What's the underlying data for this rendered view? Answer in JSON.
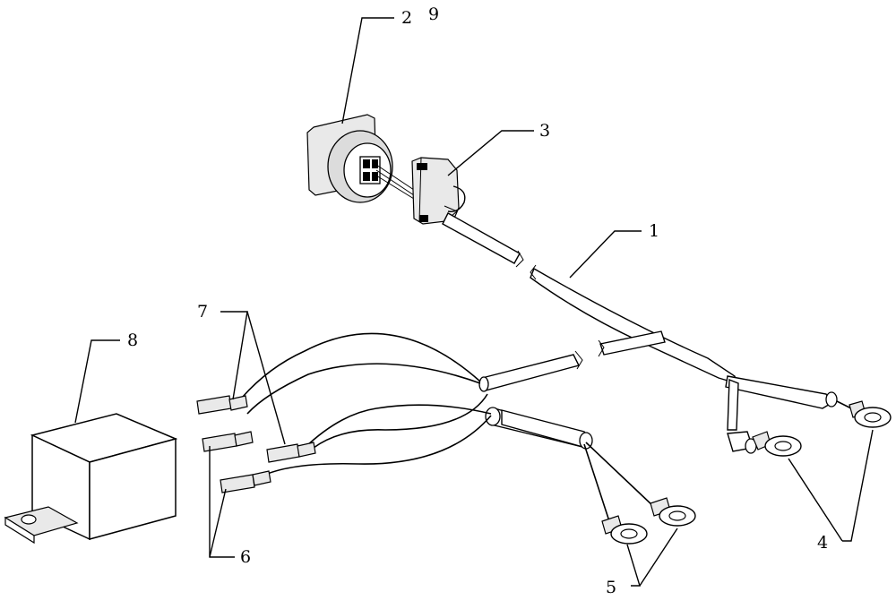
{
  "callouts": {
    "c1": "1",
    "c2": "2",
    "c9": "9",
    "c3": "3",
    "c4": "4",
    "c5": "5",
    "c6": "6",
    "c7": "7",
    "c8": "8"
  }
}
